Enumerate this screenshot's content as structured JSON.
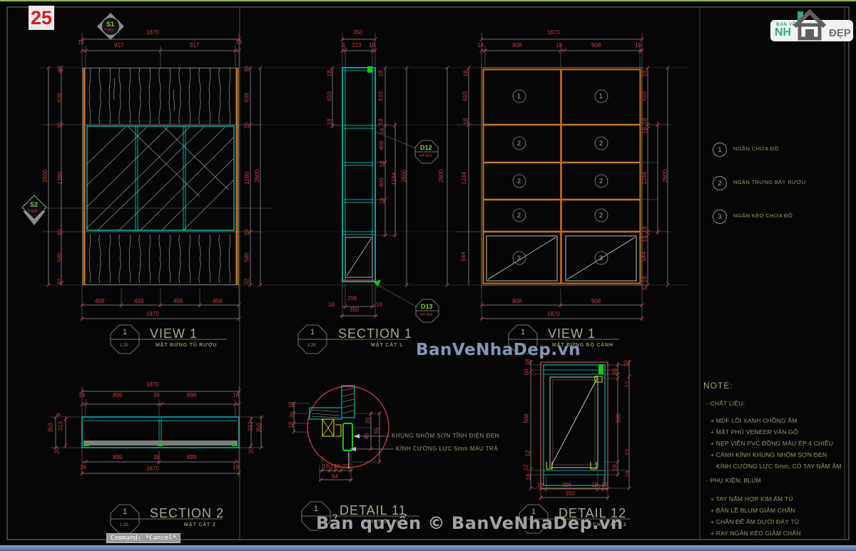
{
  "sheet": {
    "number": "25"
  },
  "logo": {
    "top": "BẢN VẼ",
    "name": "NH",
    "suffix": "ĐẸP"
  },
  "watermarks": {
    "center": "BanVeNhaDep.vn",
    "bottom": "Bản quyền ©  BanVeNhaDep.vn"
  },
  "command_bar": {
    "text": "Command: *Cancel*"
  },
  "titles": {
    "view1_left": {
      "num": "1",
      "scale": "1:25",
      "name": "VIEW 1",
      "sub": "MẶT ĐỨNG TỦ RƯỢU"
    },
    "section1": {
      "num": "1",
      "scale": "1:25",
      "name": "SECTION 1",
      "sub": "MẶT CẮT 1"
    },
    "view1_right": {
      "num": "1",
      "scale": "1:25",
      "name": "VIEW 1",
      "sub": "MẶT ĐỨNG BỘ CÁNH"
    },
    "section2": {
      "num": "1",
      "scale": "1:25",
      "name": "SECTION 2",
      "sub": "MẶT CẮT 2"
    },
    "detail11": {
      "num": "1",
      "scale": "",
      "name": "DETAIL 11",
      "sub": "CHI TIẾT 11"
    },
    "detail12": {
      "num": "1",
      "scale": "",
      "name": "DETAIL 12",
      "sub": "CHI TIẾT 12"
    }
  },
  "symbols": {
    "s1": {
      "label": "S1",
      "tag": "T-001"
    },
    "s2": {
      "label": "S2",
      "tag": "T-001"
    },
    "d12": {
      "label": "D12",
      "tag": "NT-001"
    },
    "d13": {
      "label": "D13",
      "tag": "NT-001"
    }
  },
  "legend": {
    "items": [
      {
        "num": "1",
        "label": "NGĂN CHỨA ĐỒ"
      },
      {
        "num": "2",
        "label": "NGĂN TRƯNG BÀY RƯỢU"
      },
      {
        "num": "3",
        "label": "NGĂN KÉO CHỨA ĐỒ"
      }
    ]
  },
  "callouts": {
    "n1": "1",
    "n2": "2",
    "n3": "3"
  },
  "note": {
    "title": "NOTE:",
    "lines": [
      "- CHẤT LIỆU:",
      "+ MDF LÕI XANH CHỐNG ẨM",
      "+ MẶT PHỦ VENEER VÂN GỖ",
      "+ NẸP VIỀN PVC ĐỒNG MÀU ÉP 4 CHIỀU",
      "+ CÁNH KÍNH KHUNG NHÔM SƠN ĐEN",
      "KÍNH CƯỜNG LỰC 5mm, CÓ TAY NẮM ÂM",
      "- PHỤ KIỆN: BLUM",
      "+ TAY NẮM HỢP KIM ÂM TỦ",
      "+ BẢN LỀ BLUM GIẢM CHẤN",
      "+ CHÂN ĐẾ ÂM DƯỚI ĐÁY TỦ",
      "+ RAY NGĂN KÉO GIẢM CHẤN"
    ]
  },
  "detail11_labels": {
    "frame": "KHUNG NHÔM SƠN TĨNH ĐIỆN ĐEN",
    "glass": "KÍNH CƯỜNG LỰC 5mm MÀU TRÀ"
  },
  "dims": {
    "d8": "8",
    "d9": "9",
    "d12": "12",
    "d18": "18",
    "d20": "20",
    "d30": "30",
    "d32": "32",
    "d36": "36",
    "d40": "40",
    "d45": "45",
    "d50": "50",
    "d64": "64",
    "d65": "65",
    "d296": "296",
    "d313": "313",
    "d323": "323",
    "d350": "350",
    "d400": "400",
    "d459": "459",
    "d508": "508",
    "d544": "544",
    "d580": "580",
    "d610": "610",
    "d638": "638",
    "d899": "899",
    "d908": "908",
    "d917": "917",
    "d1244": "1244",
    "d1280": "1280",
    "d1870": "1870",
    "d2600": "2600"
  }
}
